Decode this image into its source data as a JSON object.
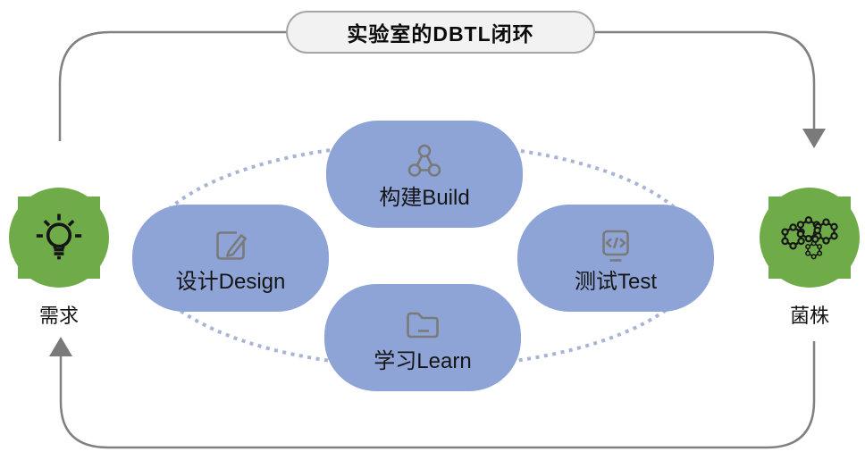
{
  "title": "实验室的DBTL闭环",
  "stages": {
    "design": {
      "label": "设计Design",
      "icon": "edit-pencil-icon"
    },
    "build": {
      "label": "构建Build",
      "icon": "linked-nodes-icon"
    },
    "test": {
      "label": "测试Test",
      "icon": "code-monitor-icon"
    },
    "learn": {
      "label": "学习Learn",
      "icon": "folder-icon"
    }
  },
  "endpoints": {
    "demand": {
      "label": "需求",
      "icon": "lightbulb-icon"
    },
    "strain": {
      "label": "菌株",
      "icon": "molecule-network-icon"
    }
  },
  "colors": {
    "stage_fill": "#8ea4d6",
    "endpoint_fill": "#6fac49",
    "loop_line": "#808080",
    "dotted_ellipse": "#a8b4d6",
    "title_fill": "#f2f2f2",
    "title_border": "#a6a6a6",
    "icon_stroke": "#7a7a7a",
    "text": "#141414"
  }
}
